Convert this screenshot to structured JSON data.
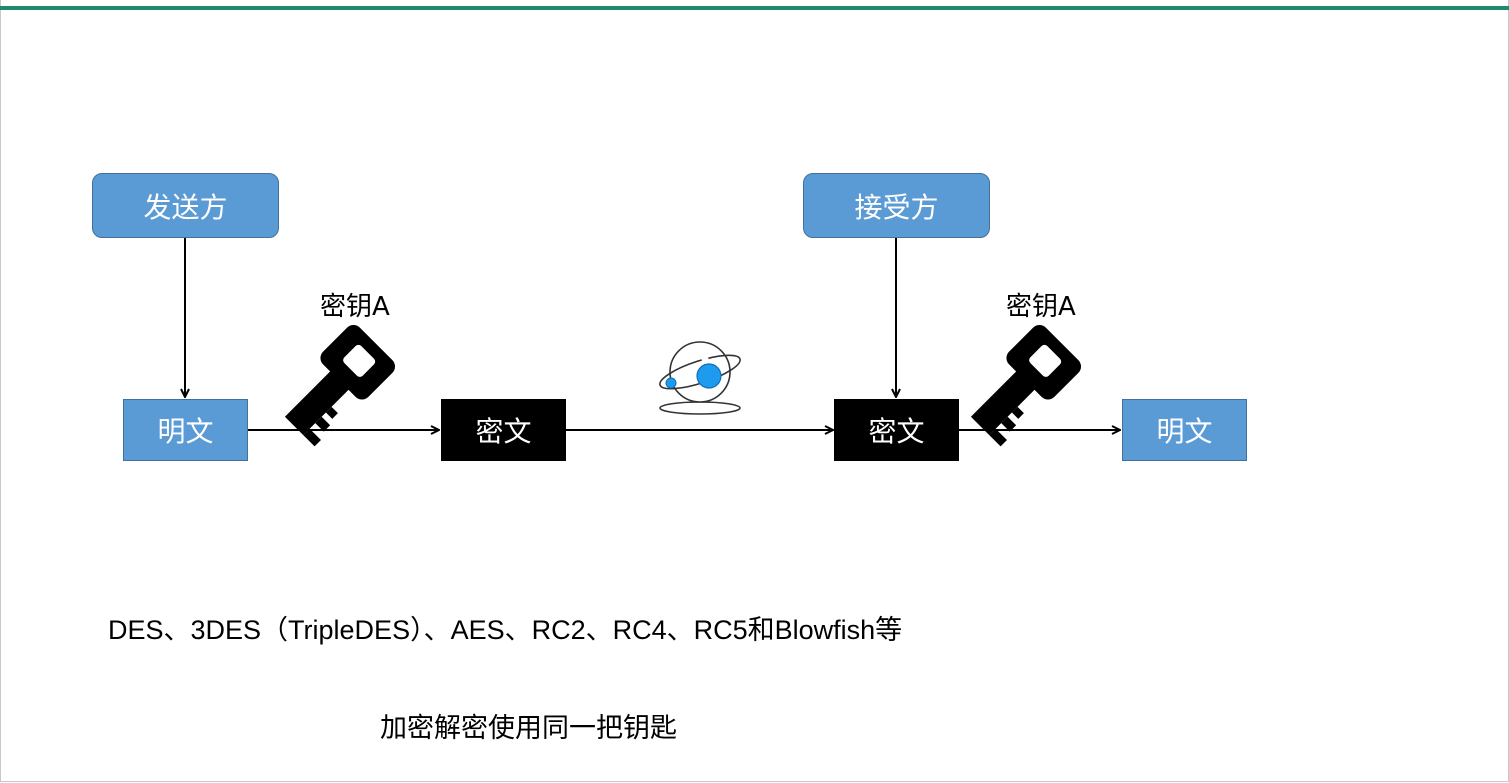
{
  "diagram": {
    "sender": "发送方",
    "receiver": "接受方",
    "plaintext_left": "明文",
    "ciphertext_left": "密文",
    "ciphertext_right": "密文",
    "plaintext_right": "明文",
    "key_left": "密钥A",
    "key_right": "密钥A"
  },
  "text": {
    "algorithms": "DES、3DES（TripleDES）、AES、RC2、RC4、RC5和Blowfish等",
    "note": "加密解密使用同一把钥匙"
  },
  "colors": {
    "node_blue": "#5b9bd5",
    "node_border": "#41719c",
    "cipher_black": "#000000",
    "accent_green": "#1f8a6e",
    "network_blue": "#1e9bef"
  }
}
